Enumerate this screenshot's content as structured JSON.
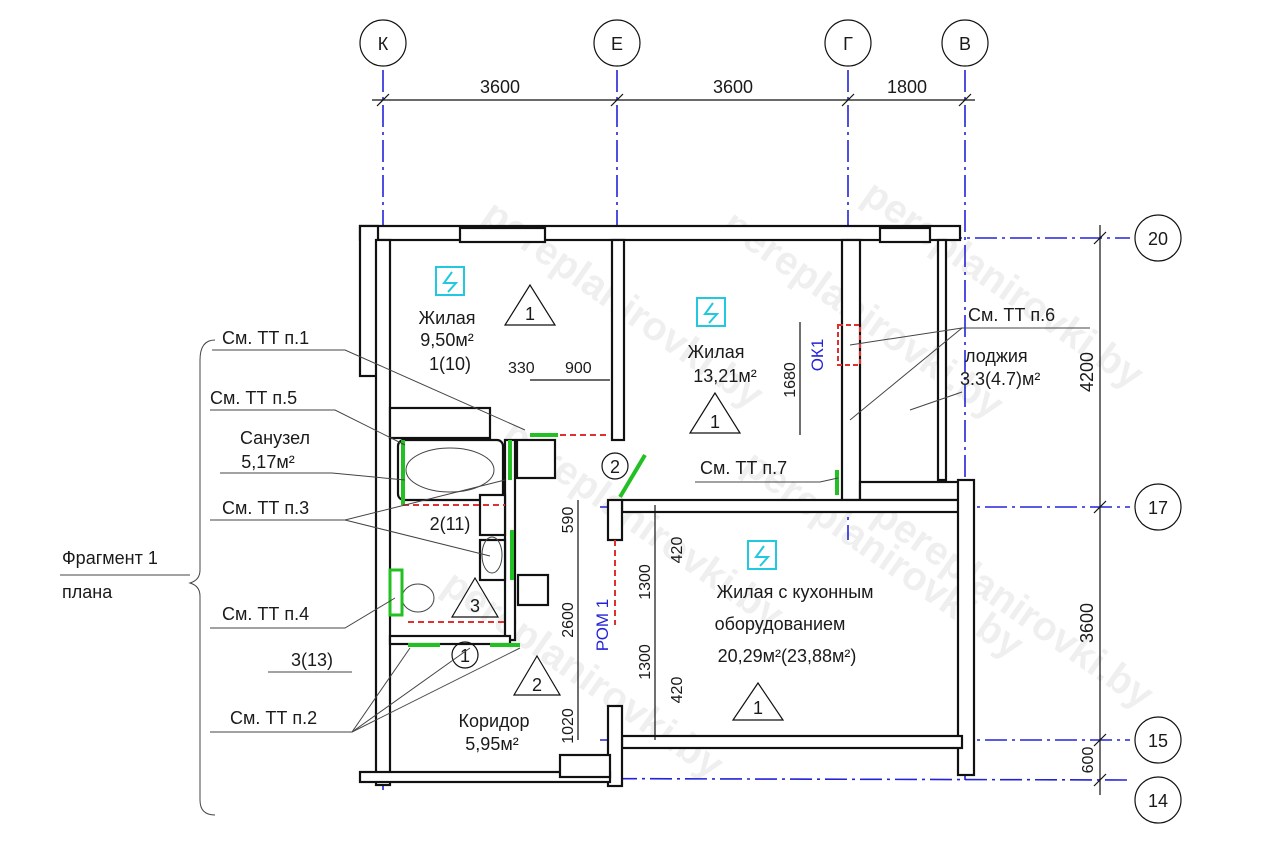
{
  "axes_columns": [
    "К",
    "Е",
    "Г",
    "В"
  ],
  "axes_rows": [
    "20",
    "17",
    "15",
    "14"
  ],
  "dims_top": [
    "3600",
    "3600",
    "1800"
  ],
  "dims_right": [
    "4200",
    "3600",
    "600"
  ],
  "dims_inner": {
    "d330": "330",
    "d900": "900",
    "d590": "590",
    "d2600": "2600",
    "d1300a": "1300",
    "d1300b": "1300",
    "d420a": "420",
    "d420b": "420",
    "d1020": "1020",
    "d1680": "1680"
  },
  "rooms": {
    "living1": {
      "name": "Жилая",
      "area": "9,50м²",
      "num": "1(10)"
    },
    "living2": {
      "name": "Жилая",
      "area": "13,21м²"
    },
    "loggia": {
      "name": "лоджия",
      "area": "3.3(4.7)м²"
    },
    "bath": {
      "name": "Санузел",
      "area": "5,17м²",
      "num": "2(11)"
    },
    "kitchen": {
      "line1": "Жилая с кухонным",
      "line2": "оборудованием",
      "area": "20,29м²(23,88м²)"
    },
    "corridor": {
      "name": "Коридор",
      "area": "5,95м²",
      "num": "3(13)"
    }
  },
  "notes": {
    "n1": "См. ТТ п.1",
    "n5": "См. ТТ п.5",
    "n3": "См. ТТ п.3",
    "n4": "См. ТТ п.4",
    "n2": "См. ТТ п.2",
    "n6": "См. ТТ п.6",
    "n7": "См. ТТ п.7"
  },
  "fragment": {
    "line1": "Фрагмент 1",
    "line2": "плана"
  },
  "markers": {
    "tri_a": "1",
    "tri_b": "1",
    "tri_c": "1",
    "tri_d": "1",
    "tri_3": "3",
    "tri_2": "2",
    "circ_2": "2",
    "circ_1": "1"
  },
  "blue_labels": {
    "window": "ОК1",
    "opening": "РОМ 1"
  },
  "watermark": "pereplanirovki.by"
}
